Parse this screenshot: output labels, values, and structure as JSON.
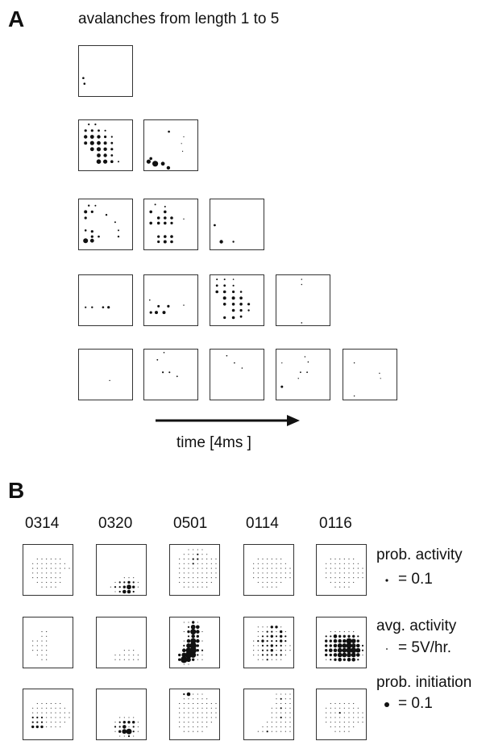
{
  "panel_a": {
    "letter": "A",
    "caption": "avalanches from length 1 to 5",
    "time_label": "time [4ms ]",
    "rows": [
      [
        {
          "dots": [
            [
              0.08,
              0.62,
              1.3
            ],
            [
              0.1,
              0.73,
              1.3
            ]
          ]
        }
      ],
      [
        {
          "dots": [
            [
              0.18,
              0.08,
              1.1
            ],
            [
              0.3,
              0.08,
              1.1
            ],
            [
              0.12,
              0.2,
              1.6
            ],
            [
              0.24,
              0.2,
              1.6
            ],
            [
              0.36,
              0.2,
              1.4
            ],
            [
              0.48,
              0.2,
              1.1
            ],
            [
              0.12,
              0.32,
              2.2
            ],
            [
              0.24,
              0.32,
              2.4
            ],
            [
              0.36,
              0.32,
              2.2
            ],
            [
              0.48,
              0.32,
              1.6
            ],
            [
              0.6,
              0.32,
              1.1
            ],
            [
              0.12,
              0.44,
              2.0
            ],
            [
              0.24,
              0.44,
              2.6
            ],
            [
              0.36,
              0.44,
              2.4
            ],
            [
              0.48,
              0.44,
              2.0
            ],
            [
              0.6,
              0.44,
              1.4
            ],
            [
              0.24,
              0.56,
              2.4
            ],
            [
              0.36,
              0.56,
              2.6
            ],
            [
              0.48,
              0.56,
              2.2
            ],
            [
              0.6,
              0.56,
              1.6
            ],
            [
              0.36,
              0.68,
              2.4
            ],
            [
              0.48,
              0.68,
              2.2
            ],
            [
              0.6,
              0.68,
              1.4
            ],
            [
              0.36,
              0.8,
              2.8
            ],
            [
              0.48,
              0.8,
              2.6
            ],
            [
              0.6,
              0.8,
              1.8
            ],
            [
              0.72,
              0.8,
              1.0
            ]
          ]
        },
        {
          "dots": [
            [
              0.45,
              0.22,
              1.3
            ],
            [
              0.72,
              0.32,
              0.6
            ],
            [
              0.68,
              0.45,
              0.6
            ],
            [
              0.7,
              0.6,
              0.6
            ],
            [
              0.12,
              0.74,
              1.8
            ],
            [
              0.08,
              0.8,
              2.6
            ],
            [
              0.2,
              0.84,
              3.6
            ],
            [
              0.34,
              0.84,
              2.4
            ],
            [
              0.44,
              0.92,
              2.2
            ]
          ]
        }
      ],
      [
        {
          "dots": [
            [
              0.18,
              0.12,
              1.2
            ],
            [
              0.3,
              0.12,
              1.0
            ],
            [
              0.12,
              0.24,
              2.0
            ],
            [
              0.24,
              0.24,
              1.6
            ],
            [
              0.12,
              0.36,
              1.6
            ],
            [
              0.5,
              0.3,
              1.2
            ],
            [
              0.66,
              0.44,
              1.0
            ],
            [
              0.12,
              0.6,
              1.3
            ],
            [
              0.24,
              0.62,
              1.6
            ],
            [
              0.24,
              0.72,
              1.6
            ],
            [
              0.36,
              0.72,
              1.3
            ],
            [
              0.24,
              0.8,
              2.4
            ],
            [
              0.12,
              0.8,
              3.0
            ],
            [
              0.72,
              0.6,
              1.0
            ],
            [
              0.72,
              0.72,
              1.2
            ]
          ]
        },
        {
          "dots": [
            [
              0.2,
              0.1,
              1.0
            ],
            [
              0.12,
              0.24,
              1.8
            ],
            [
              0.38,
              0.24,
              1.8
            ],
            [
              0.38,
              0.14,
              1.0
            ],
            [
              0.26,
              0.36,
              1.8
            ],
            [
              0.38,
              0.36,
              1.8
            ],
            [
              0.5,
              0.36,
              1.8
            ],
            [
              0.12,
              0.46,
              1.8
            ],
            [
              0.26,
              0.46,
              1.8
            ],
            [
              0.38,
              0.46,
              1.8
            ],
            [
              0.5,
              0.46,
              1.6
            ],
            [
              0.72,
              0.38,
              0.7
            ],
            [
              0.26,
              0.72,
              1.6
            ],
            [
              0.38,
              0.72,
              1.8
            ],
            [
              0.5,
              0.72,
              1.8
            ],
            [
              0.26,
              0.82,
              1.6
            ],
            [
              0.38,
              0.82,
              2.0
            ],
            [
              0.5,
              0.82,
              1.8
            ]
          ]
        },
        {
          "dots": [
            [
              0.08,
              0.5,
              1.4
            ],
            [
              0.2,
              0.82,
              2.2
            ],
            [
              0.42,
              0.82,
              1.2
            ]
          ]
        }
      ],
      [
        {
          "dots": [
            [
              0.12,
              0.62,
              1.1
            ],
            [
              0.24,
              0.62,
              1.2
            ],
            [
              0.44,
              0.62,
              1.3
            ],
            [
              0.54,
              0.62,
              1.6
            ]
          ]
        },
        {
          "dots": [
            [
              0.1,
              0.48,
              0.8
            ],
            [
              0.26,
              0.6,
              1.5
            ],
            [
              0.44,
              0.6,
              1.6
            ],
            [
              0.12,
              0.72,
              1.6
            ],
            [
              0.22,
              0.72,
              2.0
            ],
            [
              0.36,
              0.72,
              2.0
            ],
            [
              0.72,
              0.58,
              0.7
            ]
          ]
        },
        {
          "dots": [
            [
              0.12,
              0.08,
              1.0
            ],
            [
              0.26,
              0.08,
              1.0
            ],
            [
              0.42,
              0.08,
              0.8
            ],
            [
              0.12,
              0.2,
              1.4
            ],
            [
              0.26,
              0.2,
              1.4
            ],
            [
              0.42,
              0.2,
              1.1
            ],
            [
              0.12,
              0.32,
              1.8
            ],
            [
              0.26,
              0.32,
              1.8
            ],
            [
              0.42,
              0.32,
              1.6
            ],
            [
              0.56,
              0.32,
              1.3
            ],
            [
              0.26,
              0.44,
              2.0
            ],
            [
              0.42,
              0.44,
              2.0
            ],
            [
              0.56,
              0.44,
              1.8
            ],
            [
              0.26,
              0.56,
              1.8
            ],
            [
              0.42,
              0.56,
              1.8
            ],
            [
              0.56,
              0.56,
              1.8
            ],
            [
              0.7,
              0.56,
              1.6
            ],
            [
              0.42,
              0.68,
              1.8
            ],
            [
              0.56,
              0.68,
              1.6
            ],
            [
              0.7,
              0.68,
              1.2
            ],
            [
              0.26,
              0.82,
              1.6
            ],
            [
              0.42,
              0.82,
              1.8
            ],
            [
              0.56,
              0.8,
              1.4
            ]
          ]
        },
        {
          "dots": [
            [
              0.46,
              0.08,
              0.7
            ],
            [
              0.46,
              0.18,
              0.7
            ],
            [
              0.46,
              0.92,
              0.8
            ]
          ]
        }
      ],
      [
        {
          "dots": [
            [
              0.56,
              0.6,
              0.7
            ]
          ]
        },
        {
          "dots": [
            [
              0.36,
              0.06,
              0.8
            ],
            [
              0.24,
              0.2,
              0.9
            ],
            [
              0.34,
              0.44,
              1.1
            ],
            [
              0.46,
              0.44,
              1.0
            ],
            [
              0.6,
              0.52,
              0.9
            ]
          ]
        },
        {
          "dots": [
            [
              0.3,
              0.12,
              0.8
            ],
            [
              0.44,
              0.26,
              0.8
            ],
            [
              0.58,
              0.36,
              0.8
            ]
          ]
        },
        {
          "dots": [
            [
              0.1,
              0.26,
              0.6
            ],
            [
              0.52,
              0.14,
              0.7
            ],
            [
              0.58,
              0.24,
              0.8
            ],
            [
              0.44,
              0.44,
              0.9
            ],
            [
              0.56,
              0.44,
              0.9
            ],
            [
              0.4,
              0.56,
              0.7
            ],
            [
              0.1,
              0.72,
              1.5
            ]
          ]
        },
        {
          "dots": [
            [
              0.2,
              0.26,
              0.7
            ],
            [
              0.66,
              0.46,
              0.7
            ],
            [
              0.68,
              0.56,
              0.6
            ],
            [
              0.2,
              0.9,
              0.7
            ]
          ]
        }
      ]
    ]
  },
  "panel_b": {
    "letter": "B",
    "codes": [
      "0314",
      "0320",
      "0501",
      "0114",
      "0116"
    ],
    "rows": [
      {
        "label": "prob. activity",
        "legend": "= 0.1",
        "legend_dot": 1.6
      },
      {
        "label": "avg. activity",
        "legend": "= 5V/hr.",
        "legend_dot": 0.9
      },
      {
        "label": "prob. initiation",
        "legend": "= 0.1",
        "legend_dot": 3.0
      }
    ],
    "grids": [
      [
        "0000000000;0000000000;0011111100;0111111110;0111111111;0111111100;0111111100;0011111100;0001111000;0000000000",
        "0000000000;0000000000;0000000000;0000000000;0000000000;0000000000;0000011100;0001223210;0012235310;0001244200",
        "0001111000;0011121100;0111221111;0111211111;0111111111;0111111111;0111111111;0111111110;0011111100;0000000000",
        "0000000000;0000000000;0011111100;0111111110;0111111111;0111111111;0111111111;0011111100;0001111000;0000000000",
        "0000000000;0000000000;0011111100;0111111110;0111111111;0111111111;0111111111;0011111100;0001111000;0000000000"
      ],
      [
        "0000000000;0000000000;0001100000;0001100000;0111100000;0111100000;0111100000;0011100000;0001100000;0000000000",
        "0000000000;0000000000;0000000000;0000000000;0000000000;0000000000;0000011100;0001111110;0001111110;0000000000",
        "0011310000;0002540000;0013641000;0002430000;0014641000;0025730000;0046732000;0357621000;0375311000;0011000000",
        "0000000000;0011133100;0011221310;0012232320;0123222320;0112232211;0112231211;0112222210;0011211100;0000000000",
        "0000000000;0000000000;0011111100;0224333320;0334446530;0334556542;0344556652;0334555541;0123434420;0000000000"
      ],
      [
        "0000000000;0000000000;0011111100;0111111110;0111111111;0222111111;0222111110;0333111100;0000000000;0000000000",
        "0000000000;0000000000;0000000000;0000000000;0000000000;0000111100;0001233310;0002241210;0001356210;0000112100",
        "0024111000;0011111100;0111111111;0111111111;0111111111;0111111111;0111111110;0111111100;0011111000;0000000000",
        "0000001111;0000001211;0000001111;0000011211;0000011111;0000011211;0000111111;0001111111;0011211111;0000000000",
        "0000000000;0000000000;0011111100;0111111110;0111211111;0111111111;0111111111;0011111100;0001111000;0000000000"
      ]
    ]
  }
}
